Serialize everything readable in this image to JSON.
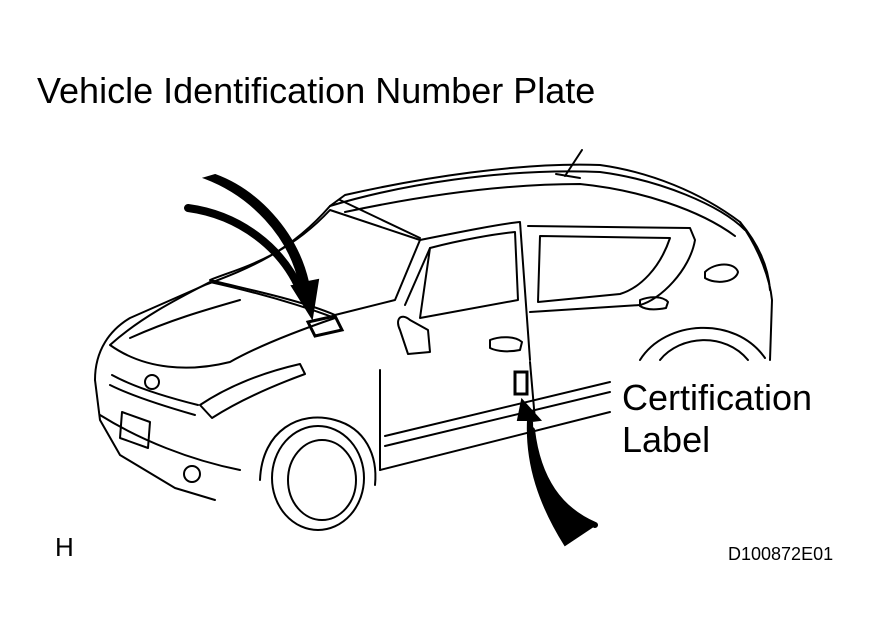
{
  "labels": {
    "vin_plate": "Vehicle Identification Number Plate",
    "certification_line1": "Certification",
    "certification_line2": "Label",
    "view_letter": "H",
    "figure_code": "D100872E01"
  },
  "colors": {
    "ink": "#000000",
    "paper": "#ffffff"
  }
}
